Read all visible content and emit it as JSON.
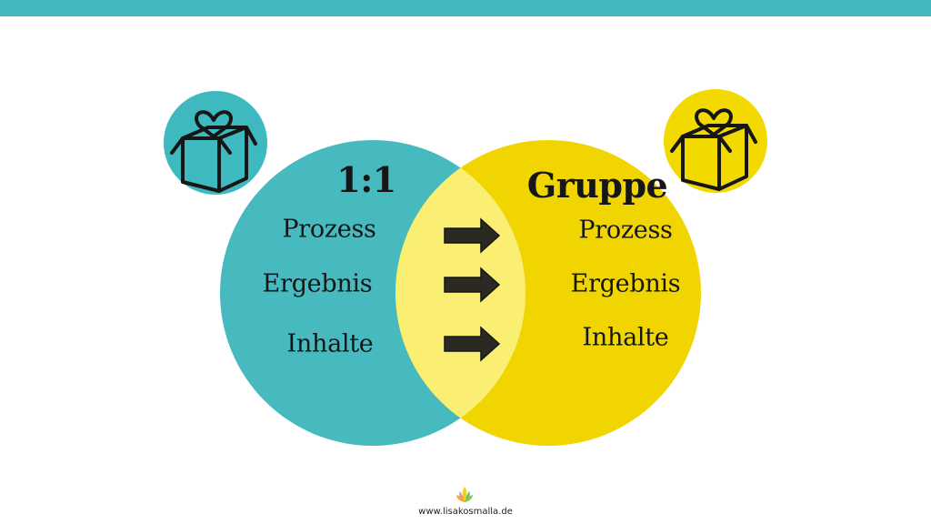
{
  "colors": {
    "top_bar": "#43b9bf",
    "left_circle": "#47babf",
    "right_circle": "#f0d500",
    "overlap": "#fbef73",
    "left_icon_bg": "#3fb9c0",
    "right_icon_bg": "#f2d900",
    "ink": "#161616"
  },
  "icons": {
    "left": "gift-box-heart-icon",
    "right": "gift-box-heart-icon",
    "arrow": "right-arrow-icon",
    "logo": "flower-logo-icon"
  },
  "left_set": {
    "title": "1:1",
    "items": [
      "Prozess",
      "Ergebnis",
      "Inhalte"
    ]
  },
  "right_set": {
    "title": "Gruppe",
    "items": [
      "Prozess",
      "Ergebnis",
      "Inhalte"
    ]
  },
  "arrows": {
    "count": 3
  },
  "footer": {
    "website": "www.lisakosmalla.de"
  }
}
